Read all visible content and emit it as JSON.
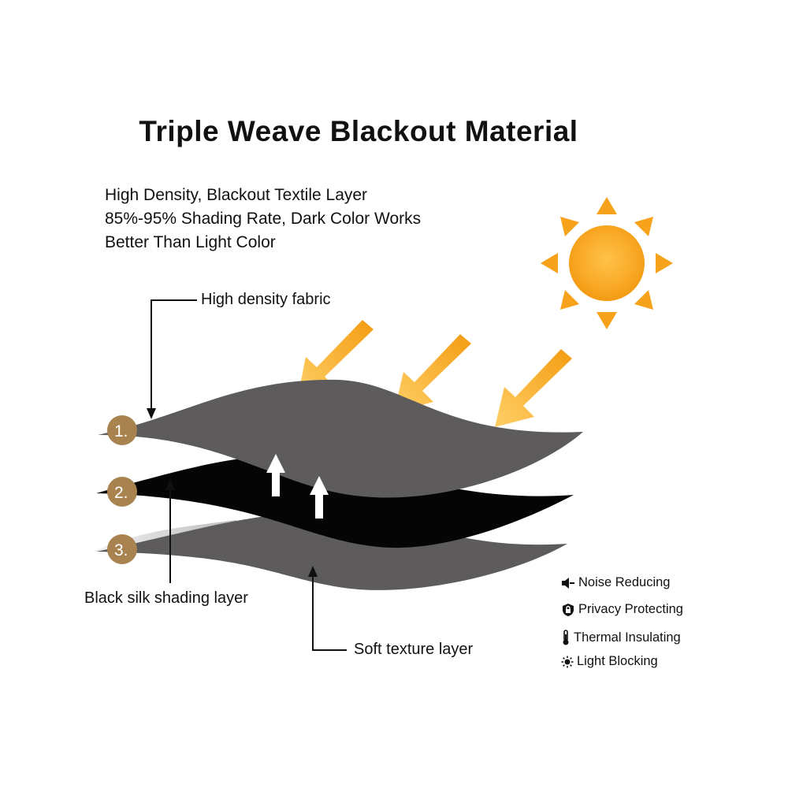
{
  "title": "Triple Weave Blackout Material",
  "description": [
    "High Density, Blackout Textile Layer",
    "85%-95% Shading Rate, Dark Color Works",
    "Better Than Light Color"
  ],
  "layers": [
    {
      "number": "1.",
      "label": "High density fabric",
      "color": "#5d5b5c"
    },
    {
      "number": "2.",
      "label": "Black silk shading layer",
      "color": "#050505"
    },
    {
      "number": "3.",
      "label": "Soft texture layer",
      "color": "#5d5b5c"
    }
  ],
  "features": [
    {
      "icon": "speaker-mute-icon",
      "label": "Noise Reducing"
    },
    {
      "icon": "shield-lock-icon",
      "label": "Privacy Protecting"
    },
    {
      "icon": "thermometer-icon",
      "label": "Thermal Insulating"
    },
    {
      "icon": "sun-icon",
      "label": "Light Blocking"
    }
  ],
  "colors": {
    "sun": "#f7a21b",
    "badge": "#a88350",
    "fabric": "#5d5b5c",
    "shading": "#050505",
    "edge": "#d4d2d3"
  }
}
